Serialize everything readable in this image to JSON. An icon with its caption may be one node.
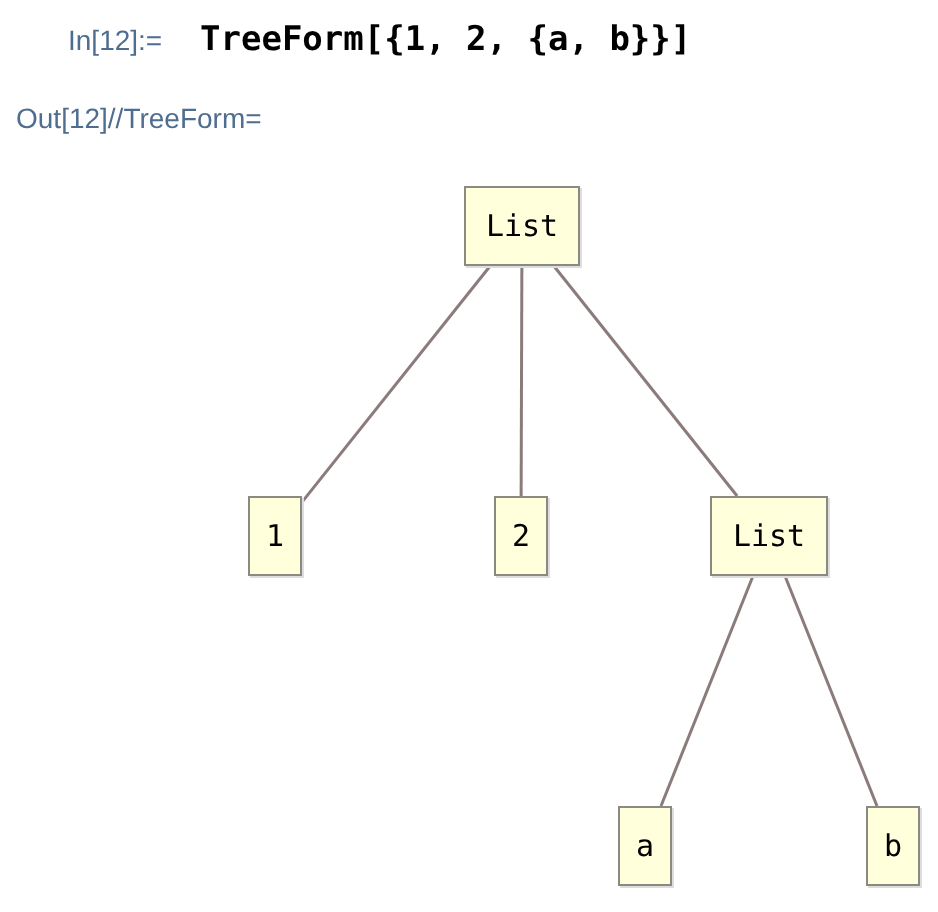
{
  "diagram": {
    "nodes": [
      {
        "text": [
          "List"
        ]
      },
      {
        "text": [
          "1"
        ]
      },
      {
        "text": [
          "2"
        ]
      },
      {
        "text": [
          "List"
        ]
      },
      {
        "text": [
          "a"
        ]
      },
      {
        "text": [
          "b"
        ]
      }
    ],
    "edges": [
      {
        "from": 0,
        "to": 1,
        "arrow": "none"
      },
      {
        "from": 0,
        "to": 2,
        "arrow": "none"
      },
      {
        "from": 0,
        "to": 3,
        "arrow": "none"
      },
      {
        "from": 3,
        "to": 4,
        "arrow": "none"
      },
      {
        "from": 3,
        "to": 5,
        "arrow": "none"
      }
    ],
    "labels": [
      "In[12]:=",
      "TreeForm[{1, 2, {a, b}}]",
      "Out[12]//TreeForm="
    ]
  }
}
